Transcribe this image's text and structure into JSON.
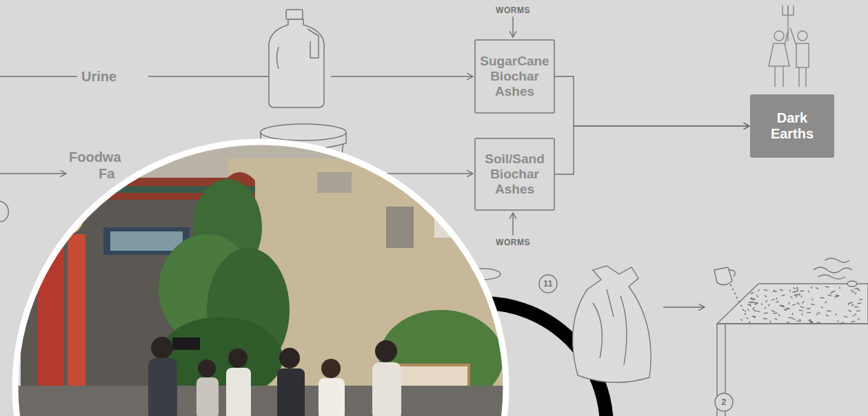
{
  "diagram": {
    "nodes": [
      {
        "text": [
          "SugarCane Biochar Ashes"
        ]
      },
      {
        "text": [
          "Soil/Sand Biochar Ashes"
        ]
      },
      {
        "text": [
          "Dark Earths"
        ]
      }
    ],
    "edges": [
      {
        "from": 0,
        "to": 2,
        "arrow": "to"
      },
      {
        "from": 1,
        "to": 2,
        "arrow": "to"
      }
    ],
    "labels": [
      "Urine",
      "Foodwa",
      "Fa",
      "WORMS",
      "WORMS",
      "11",
      "2"
    ]
  }
}
